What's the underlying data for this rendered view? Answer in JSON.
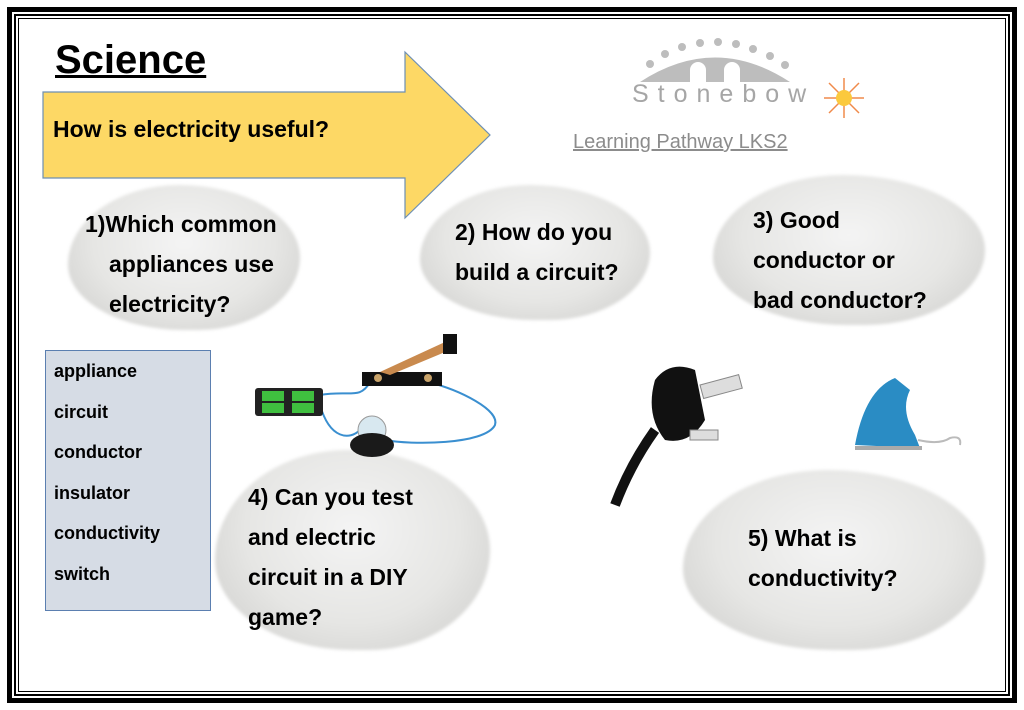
{
  "title": "Science",
  "main_question": "How is electricity useful?",
  "logo": {
    "name": "Stonebow",
    "subtitle": "Learning Pathway LKS2"
  },
  "questions": [
    {
      "lines": [
        "1)Which common",
        "appliances use",
        "electricity?"
      ]
    },
    {
      "lines": [
        "2) How do you",
        "build a circuit?"
      ]
    },
    {
      "lines": [
        "3) Good",
        "conductor or",
        "bad conductor?"
      ]
    },
    {
      "lines": [
        "4) Can you test",
        "and electric",
        "circuit in a DIY",
        "game?"
      ]
    },
    {
      "lines": [
        "5) What is",
        "conductivity?"
      ]
    }
  ],
  "vocabulary": [
    "appliance",
    "circuit",
    "conductor",
    "insulator",
    "conductivity",
    "switch"
  ],
  "colors": {
    "arrow_fill": "#fdd865",
    "vocab_fill": "#d6dce5",
    "border": "#000000"
  }
}
